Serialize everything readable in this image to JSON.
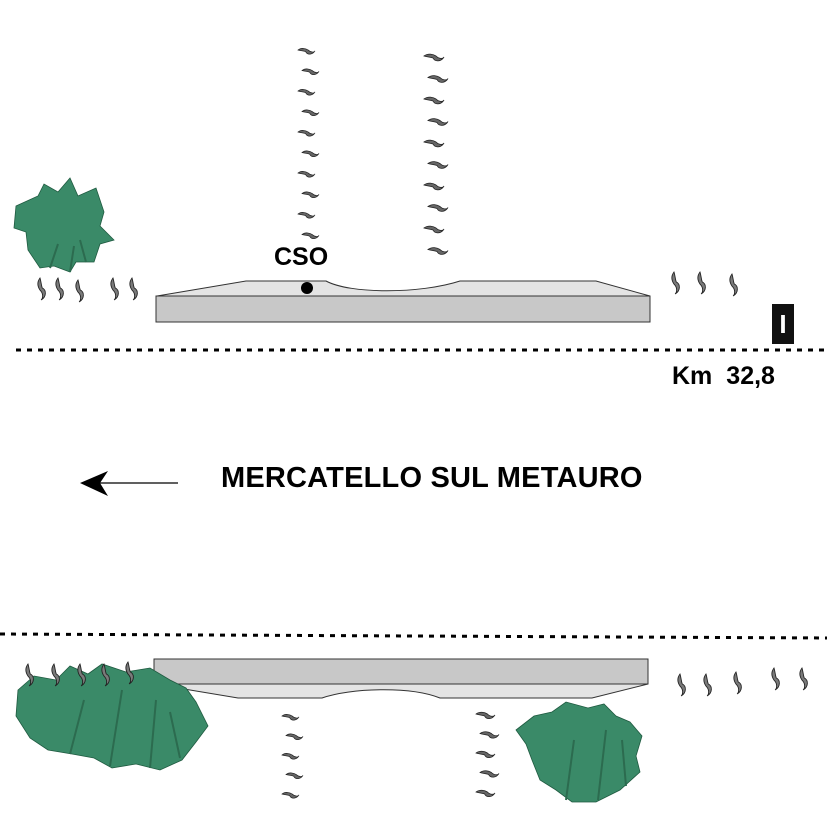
{
  "labels": {
    "cso": "CSO",
    "km_prefix": "Km",
    "km_value": "32,8",
    "direction": "MERCATELLO SUL METAURO",
    "marker": "I"
  },
  "colors": {
    "bush": "#3a8a68",
    "deck_top": "#e4e4e4",
    "deck_side": "#c8c8c8",
    "ink": "#000000",
    "grass": "#7a7a7a"
  }
}
